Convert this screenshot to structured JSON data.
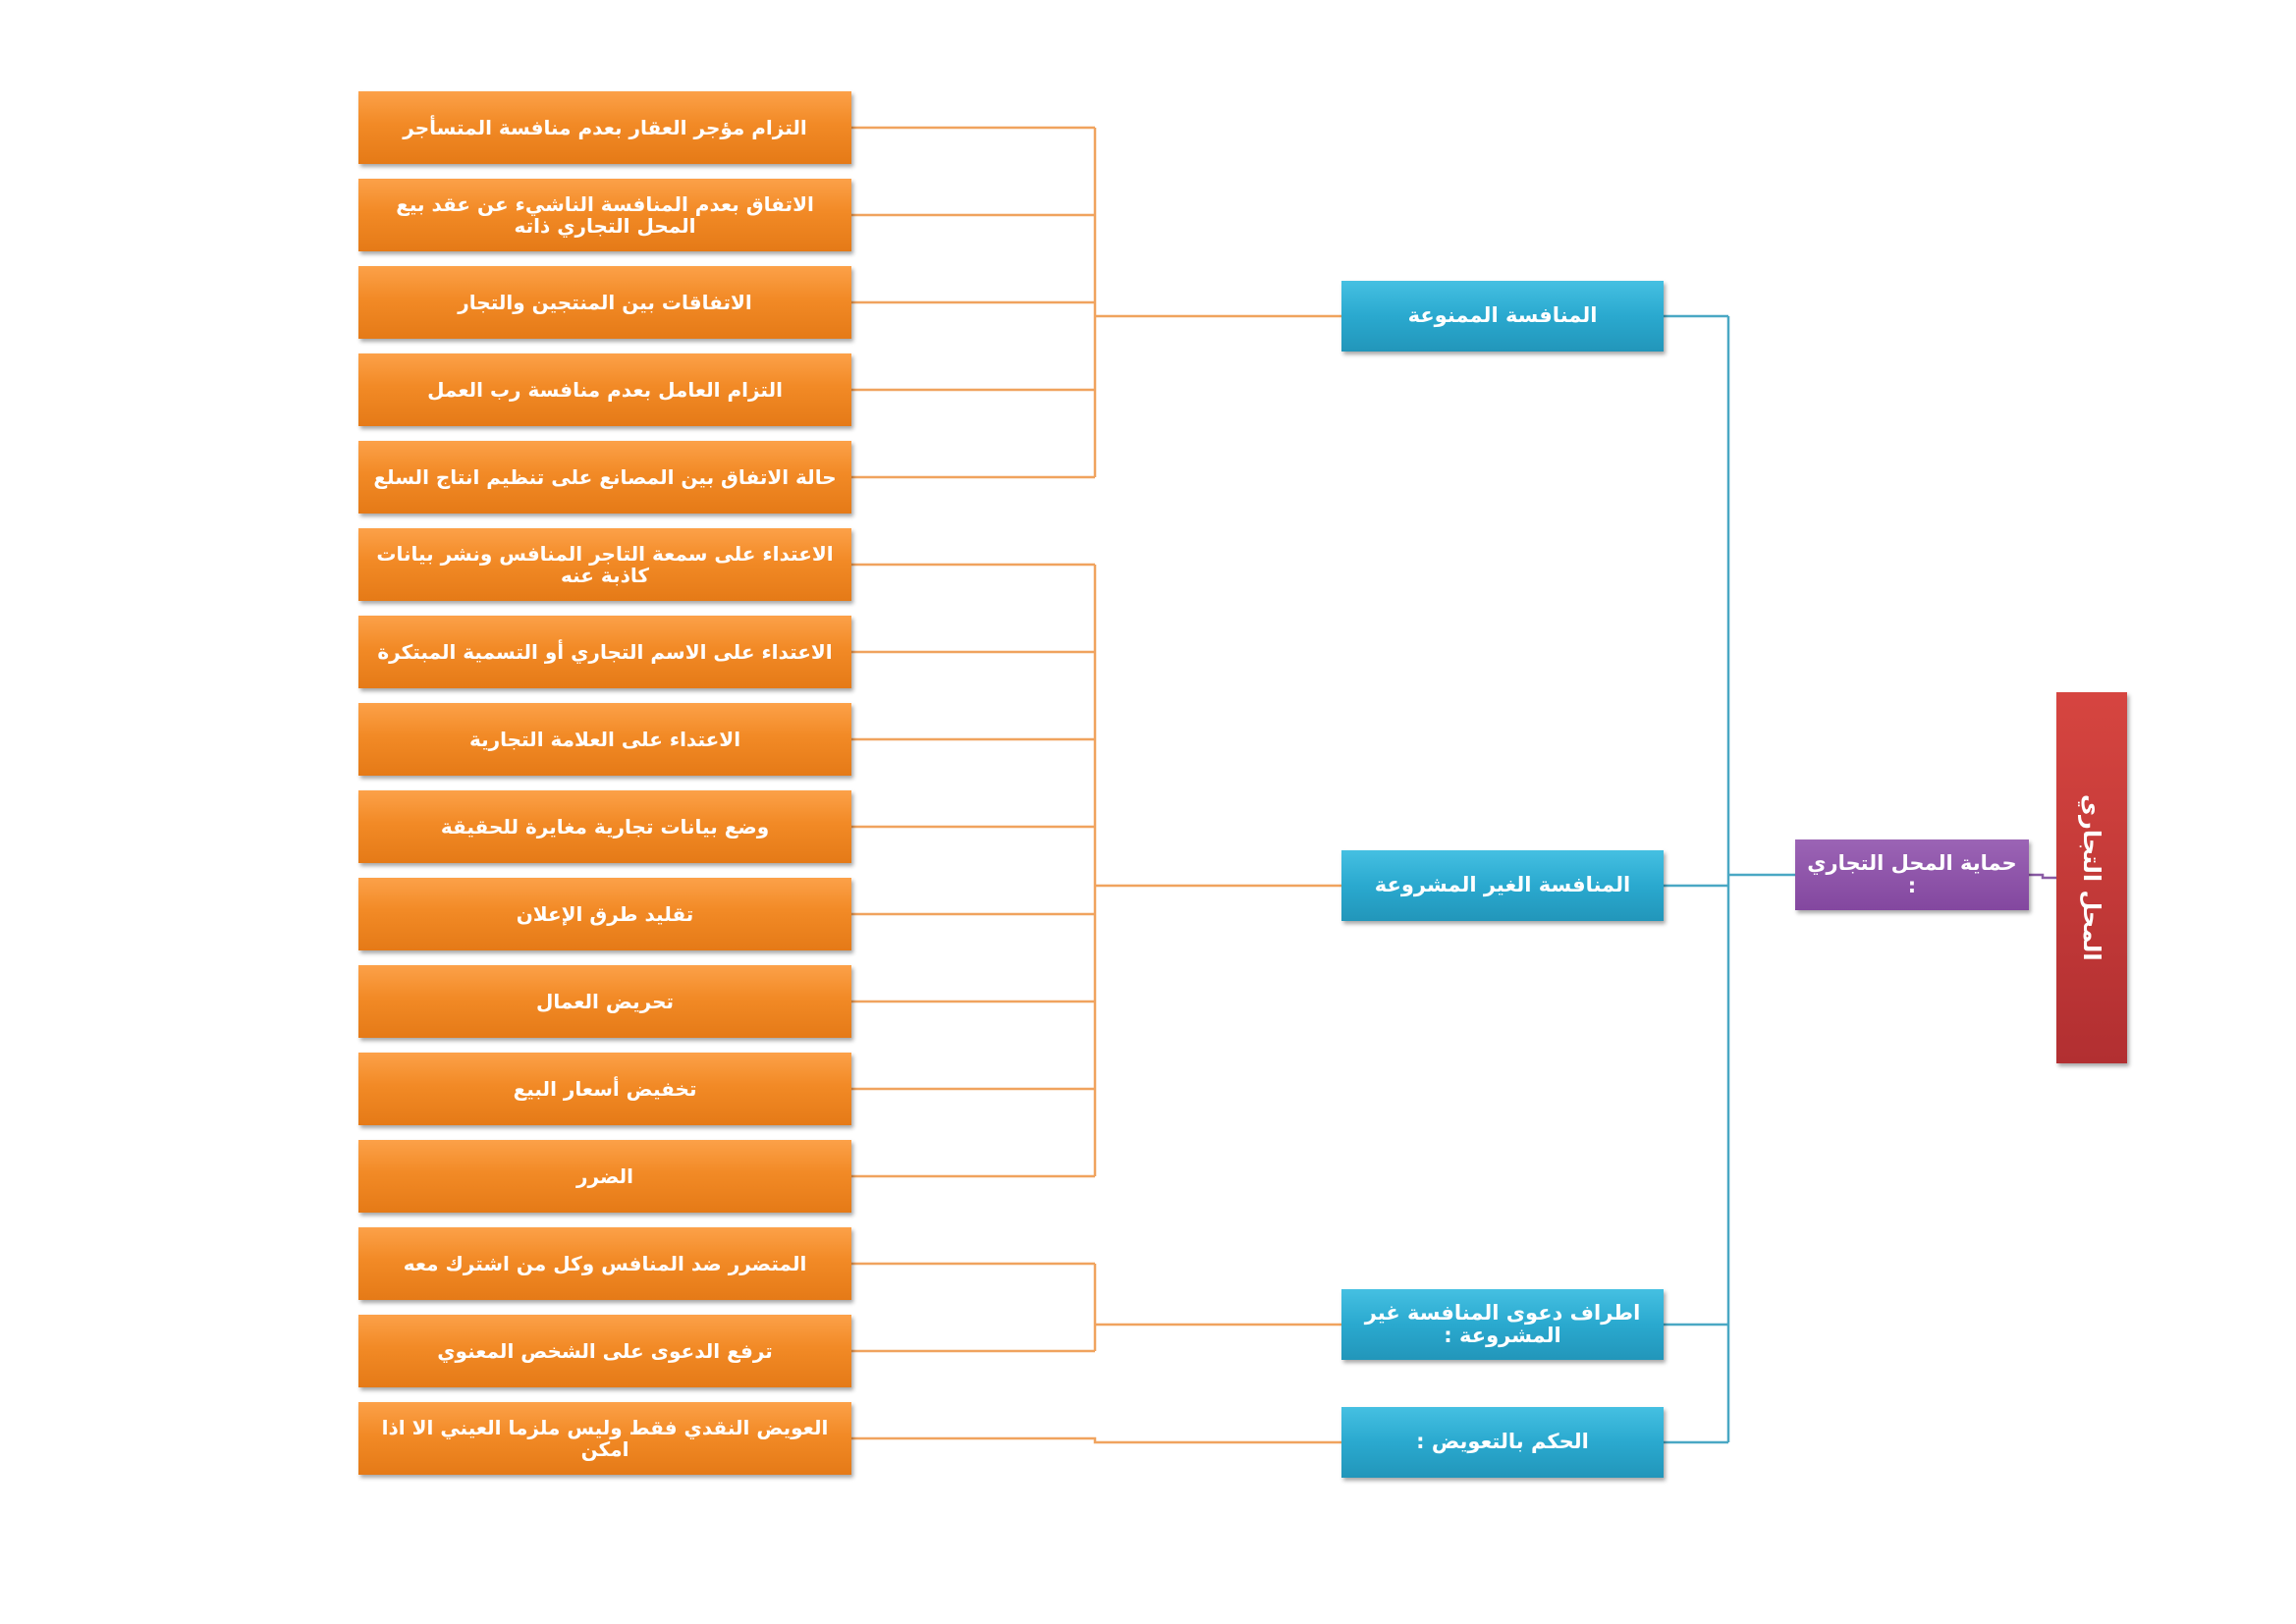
{
  "root": {
    "label": "المحل التجاري"
  },
  "main": {
    "label": "حماية المحل التجاري :"
  },
  "branches": [
    {
      "label": "المنافسة الممنوعة",
      "items": [
        "التزام مؤجر العقار بعدم منافسة المتسأجر",
        "الاتفاق بعدم المنافسة الناشيء عن عقد بيع المحل التجاري ذاته",
        "الاتفاقات بين المنتجين والتجار",
        "التزام العامل بعدم منافسة رب العمل",
        "حالة الاتفاق بين المصانع على تنظيم انتاج السلع"
      ]
    },
    {
      "label": "المنافسة الغير المشروعة",
      "items": [
        "الاعتداء على سمعة التاجر المنافس ونشر بيانات كاذبة عنه",
        "الاعتداء على الاسم التجاري أو التسمية المبتكرة",
        "الاعتداء على العلامة التجارية",
        "وضع بيانات تجارية مغايرة للحقيقة",
        "تقليد طرق الإعلان",
        "تحريض العمال",
        "تخفيض أسعار البيع",
        "الضرر"
      ]
    },
    {
      "label": "اطراف دعوى المنافسة غير المشروعة :",
      "items": [
        "المتضرر ضد المنافس وكل من اشترك معه",
        "ترفع الدعوى على الشخص المعنوي"
      ]
    },
    {
      "label": "الحكم بالتعويض :",
      "items": [
        "العويض النقدي فقط وليس ملزما العيني الا اذا امكن"
      ]
    }
  ],
  "colors": {
    "orange_connector": "#f0a35e",
    "blue_connector": "#4aa8c4",
    "purple_connector": "#8a5ba5"
  }
}
